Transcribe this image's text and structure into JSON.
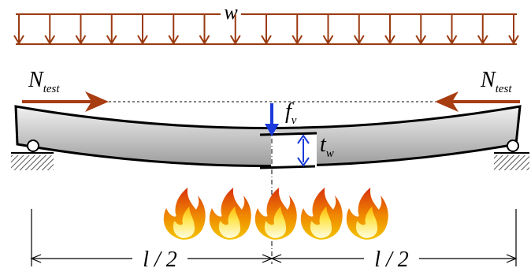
{
  "labels": {
    "load": "w",
    "axial_force_main": "N",
    "axial_force_sub": "test",
    "deflection_main": "f",
    "deflection_sub": "v",
    "thickness_main": "t",
    "thickness_sub": "w",
    "span_half_left": "l / 2",
    "span_half_right": "l / 2"
  },
  "colors": {
    "load_arrows": "#9a3a10",
    "axial_arrows": "#a83d12",
    "deflection_arrow": "#1a3adb",
    "thickness_arrow": "#1a3adb",
    "beam_light": "#ececec",
    "beam_dark": "#9a9a9a",
    "outline": "#000000"
  },
  "icons": {
    "fire": "flame-icon",
    "support": "roller-support-icon"
  },
  "flames": {
    "count": 5
  }
}
